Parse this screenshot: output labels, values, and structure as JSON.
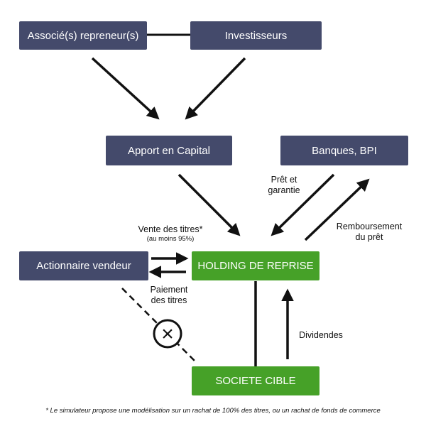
{
  "nodes": {
    "associes": "Associé(s) repreneur(s)",
    "investisseurs": "Investisseurs",
    "apport": "Apport en Capital",
    "banques": "Banques, BPI",
    "actionnaire": "Actionnaire vendeur",
    "holding": "HOLDING DE REPRISE",
    "cible": "SOCIETE CIBLE"
  },
  "labels": {
    "pret_line1": "Prêt et",
    "pret_line2": "garantie",
    "remb_line1": "Remboursement",
    "remb_line2": "du prêt",
    "vente_line1": "Vente des titres*",
    "vente_line2": "(au moins 95%)",
    "paiement_line1": "Paiement",
    "paiement_line2": "des titres",
    "dividendes": "Dividendes"
  },
  "blocked_symbol": "×",
  "footnote": "* Le simulateur propose une modélisation sur un rachat de 100% des titres, ou un rachat de fonds de commerce",
  "colors": {
    "navy": "#444a6b",
    "green": "#46a128",
    "line": "#111111"
  }
}
